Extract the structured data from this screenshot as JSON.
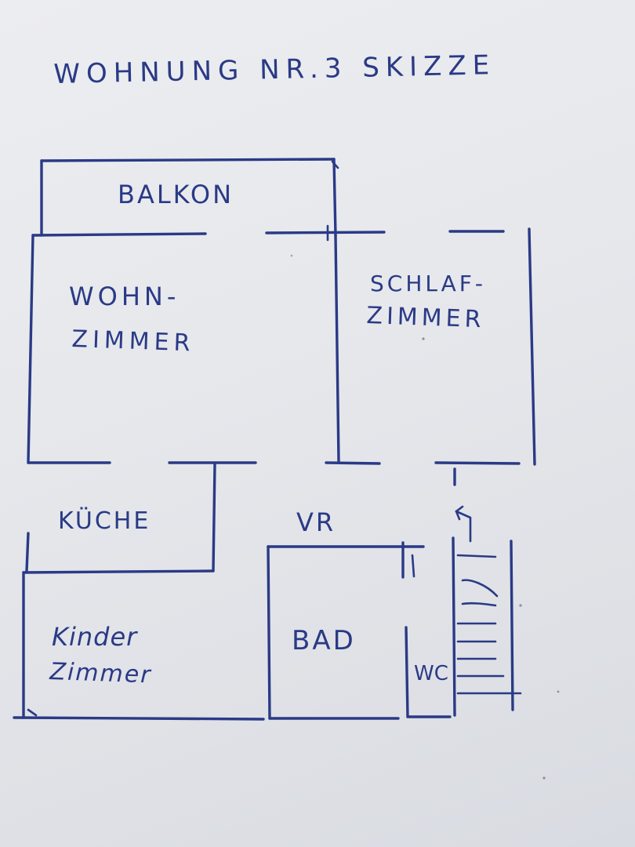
{
  "sketch": {
    "title": "WOHNUNG NR.3 SKIZZE",
    "rooms": {
      "balkon": "BALKON",
      "wohnzimmer_line1": "WOHN-",
      "wohnzimmer_line2": "ZIMMER",
      "schlafzimmer_line1": "SCHLAF-",
      "schlafzimmer_line2": "ZIMMER",
      "kueche": "KÜCHE",
      "vorraum": "VR",
      "bad": "BAD",
      "kinderzimmer_line1": "Kinder",
      "kinderzimmer_line2": "Zimmer",
      "wc": "WC"
    },
    "colors": {
      "ink": "#2a3a86",
      "paper": "#e6e8ec"
    }
  }
}
